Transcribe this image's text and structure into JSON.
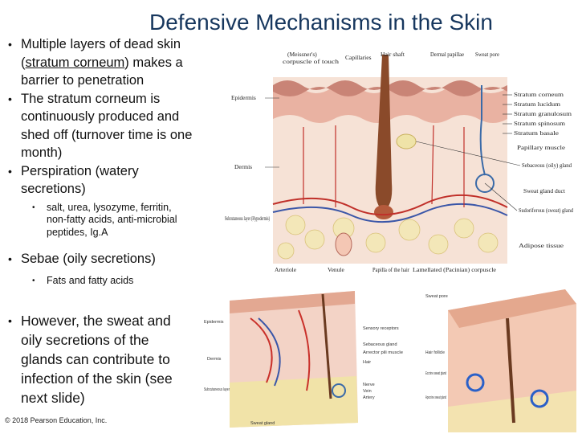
{
  "title": "Defensive Mechanisms in the Skin",
  "bullets": {
    "b1_pre": "Multiple layers of dead skin (",
    "b1_u": "stratum corneum",
    "b1_post": ") makes a barrier to penetration",
    "b2": "The stratum corneum is continuously produced and shed off (turnover time is one month)",
    "b3": "Perspiration (watery secretions)",
    "b3_sub": "salt, urea, lysozyme, ferritin, non-fatty acids, anti-microbial peptides, Ig.A",
    "b4": "Sebae (oily secretions)",
    "b4_sub": "Fats and fatty acids",
    "b5": "However, the sweat and oily secretions of the glands can contribute to infection of the skin (see next slide)"
  },
  "copyright": "© 2018 Pearson Education, Inc.",
  "figure_top": {
    "labels": {
      "corpuscle": "(Meissner's) corpuscle of touch",
      "capillaries": "Capillaries",
      "hair_shaft": "Hair shaft",
      "dermal_papillae": "Dermal papillae",
      "sweat_pore": "Sweat pore",
      "epidermis": "Epidermis",
      "dermis": "Dermis",
      "subcutaneous": "Subcutaneous layer (Hypodermis)",
      "stratum_corneum": "Stratum corneum",
      "stratum_lucidum": "Stratum lucidum",
      "stratum_granulosum": "Stratum granulosum",
      "stratum_spinosum": "Stratum spinosum",
      "stratum_basale": "Stratum basale",
      "papillary_muscle": "Papillary muscle",
      "sebaceous": "Sebaceous (oily) gland",
      "sweat_duct": "Sweat gland duct",
      "sudoriferous": "Sudoriferous (sweat) gland",
      "adipose": "Adipose tissue",
      "arteriole": "Arteriole",
      "venule": "Venule",
      "papilla_hair": "Papilla of the hair",
      "lamellated": "Lamellated (Pacinian) corpuscle"
    }
  },
  "figure_bottom": {
    "labels": {
      "epidermis": "Epidermis",
      "dermis": "Dermis",
      "subcutaneous": "Subcutaneous layer",
      "sensory_receptors": "Sensory receptors",
      "sebaceous_gland": "Sebaceous gland",
      "arrector": "Arrector pili muscle",
      "hair": "Hair",
      "nerve": "Nerve",
      "vein": "Vein",
      "artery": "Artery",
      "sweat_gland": "Sweat gland",
      "sweat_pore": "Sweat pore",
      "hair_follicle": "Hair follicle",
      "eccrine": "Eccrine sweat gland",
      "apocrine": "Apocrine sweat gland"
    }
  }
}
